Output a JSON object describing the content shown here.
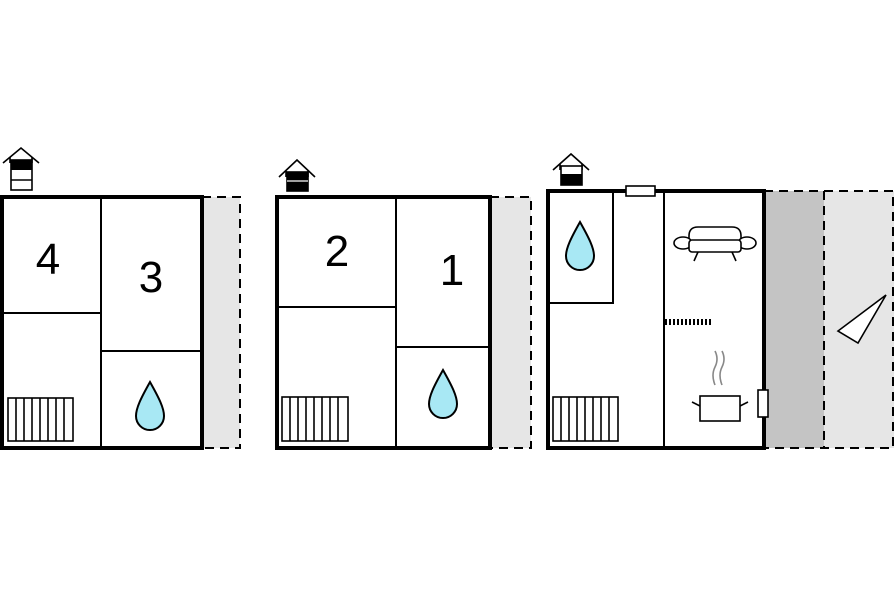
{
  "plan": {
    "floors": [
      {
        "rooms": [
          {
            "id": "room-4",
            "label": "4"
          },
          {
            "id": "room-3",
            "label": "3"
          }
        ],
        "icons": [
          "floor-level-icon",
          "stairs-icon",
          "water-drop-icon"
        ]
      },
      {
        "rooms": [
          {
            "id": "room-2",
            "label": "2"
          },
          {
            "id": "room-1",
            "label": "1"
          }
        ],
        "icons": [
          "floor-level-icon",
          "stairs-icon",
          "water-drop-icon"
        ]
      },
      {
        "rooms": [],
        "icons": [
          "floor-level-icon",
          "stairs-icon",
          "water-drop-icon",
          "sofa-icon",
          "stove-pot-icon",
          "window-icon",
          "door-icon",
          "terrace-viewpoint-icon"
        ]
      }
    ],
    "colors": {
      "wall": "#000000",
      "terrace": "#e6e6e6",
      "covered_terrace": "#c4c4c4",
      "water": "#a8e8f4"
    }
  }
}
